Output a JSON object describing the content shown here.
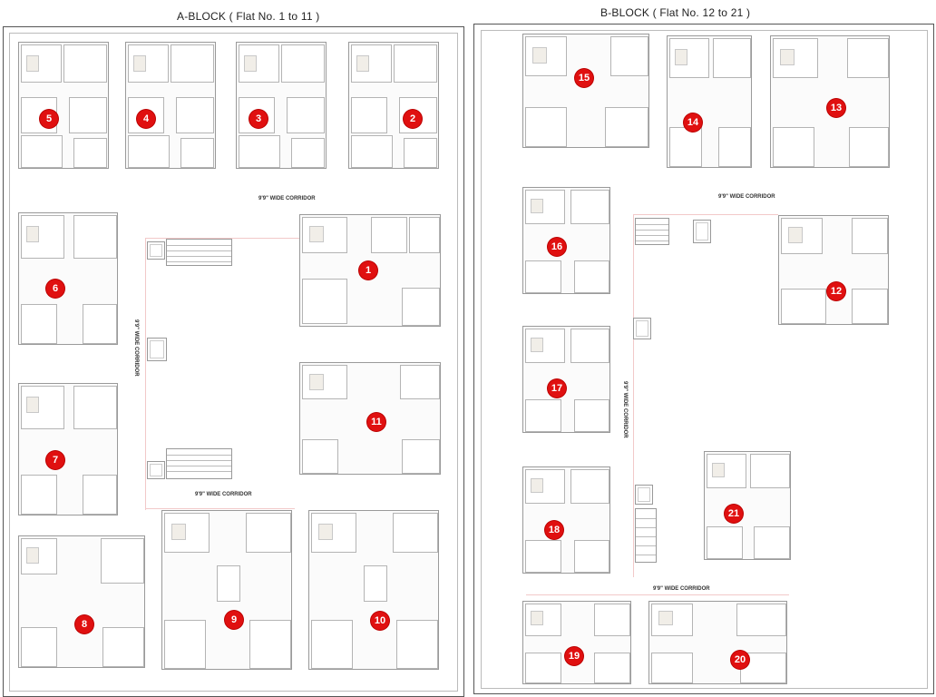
{
  "blocks": {
    "a": {
      "title": "A-BLOCK ( Flat No. 1 to 11 )"
    },
    "b": {
      "title": "B-BLOCK ( Flat No. 12 to 21 )"
    }
  },
  "corridors": {
    "a_top": "9'9\" WIDE CORRIDOR",
    "a_left": "9'9\" WIDE CORRIDOR",
    "a_bottom": "9'9\" WIDE CORRIDOR",
    "b_top": "9'9\" WIDE CORRIDOR",
    "b_mid": "9'9\" WIDE CORRIDOR",
    "b_bottom": "9'9\" WIDE CORRIDOR"
  },
  "flats": {
    "f1": "1",
    "f2": "2",
    "f3": "3",
    "f4": "4",
    "f5": "5",
    "f6": "6",
    "f7": "7",
    "f8": "8",
    "f9": "9",
    "f10": "10",
    "f11": "11",
    "f12": "12",
    "f13": "13",
    "f14": "14",
    "f15": "15",
    "f16": "16",
    "f17": "17",
    "f18": "18",
    "f19": "19",
    "f20": "20",
    "f21": "21"
  },
  "colors": {
    "badge": "#e01010",
    "frame": "#555555",
    "corridor_line": "#f2c9c9"
  }
}
